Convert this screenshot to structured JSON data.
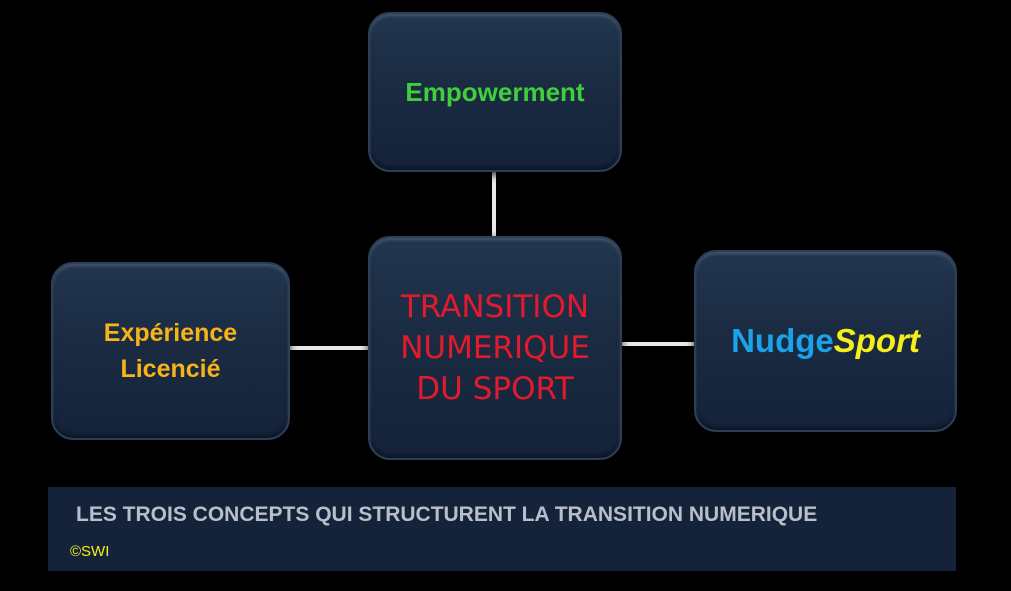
{
  "diagram": {
    "top_box": {
      "label": "Empowerment",
      "color": "#3ecf3a"
    },
    "left_box": {
      "line1": "Expérience",
      "line2": "Licencié",
      "color": "#f6b418"
    },
    "center_box": {
      "line1": "TRANSITION",
      "line2": "NUMERIQUE",
      "line3": "DU SPORT",
      "color": "#e3192c"
    },
    "right_box": {
      "part1": "Nudge",
      "part2": "Sport",
      "part1_color": "#1aa3e8",
      "part2_color": "#f5ee1a"
    },
    "box_color": "#1a2b42",
    "connector_color": "#e8e8e8"
  },
  "caption": {
    "text": "LES TROIS CONCEPTS QUI STRUCTURENT LA TRANSITION NUMERIQUE",
    "copyright": "©SWI"
  }
}
